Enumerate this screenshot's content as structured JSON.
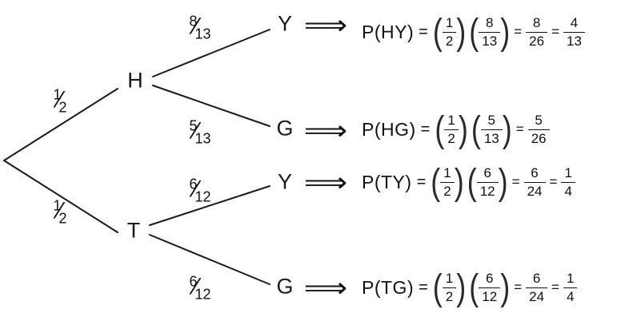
{
  "symbols": {
    "arrow": "⟹",
    "equals": "=",
    "lparen": "(",
    "rparen": ")",
    "slash": "⁄"
  },
  "tree": {
    "node_h": "H",
    "node_t": "T",
    "node_hy": "Y",
    "node_hg": "G",
    "node_ty": "Y",
    "node_tg": "G",
    "prob_root_h": {
      "num": "1",
      "den": "2"
    },
    "prob_root_t": {
      "num": "1",
      "den": "2"
    },
    "prob_h_y": {
      "num": "8",
      "den": "13"
    },
    "prob_h_g": {
      "num": "5",
      "den": "13"
    },
    "prob_t_y": {
      "num": "6",
      "den": "12"
    },
    "prob_t_g": {
      "num": "6",
      "den": "12"
    }
  },
  "equations": [
    {
      "lhs": "P(HY)",
      "factors": [
        {
          "num": "1",
          "den": "2"
        },
        {
          "num": "8",
          "den": "13"
        }
      ],
      "results": [
        {
          "num": "8",
          "den": "26"
        },
        {
          "num": "4",
          "den": "13"
        }
      ]
    },
    {
      "lhs": "P(HG)",
      "factors": [
        {
          "num": "1",
          "den": "2"
        },
        {
          "num": "5",
          "den": "13"
        }
      ],
      "results": [
        {
          "num": "5",
          "den": "26"
        }
      ]
    },
    {
      "lhs": "P(TY)",
      "factors": [
        {
          "num": "1",
          "den": "2"
        },
        {
          "num": "6",
          "den": "12"
        }
      ],
      "results": [
        {
          "num": "6",
          "den": "24"
        },
        {
          "num": "1",
          "den": "4"
        }
      ]
    },
    {
      "lhs": "P(TG)",
      "factors": [
        {
          "num": "1",
          "den": "2"
        },
        {
          "num": "6",
          "den": "12"
        }
      ],
      "results": [
        {
          "num": "6",
          "den": "24"
        },
        {
          "num": "1",
          "den": "4"
        }
      ]
    }
  ]
}
